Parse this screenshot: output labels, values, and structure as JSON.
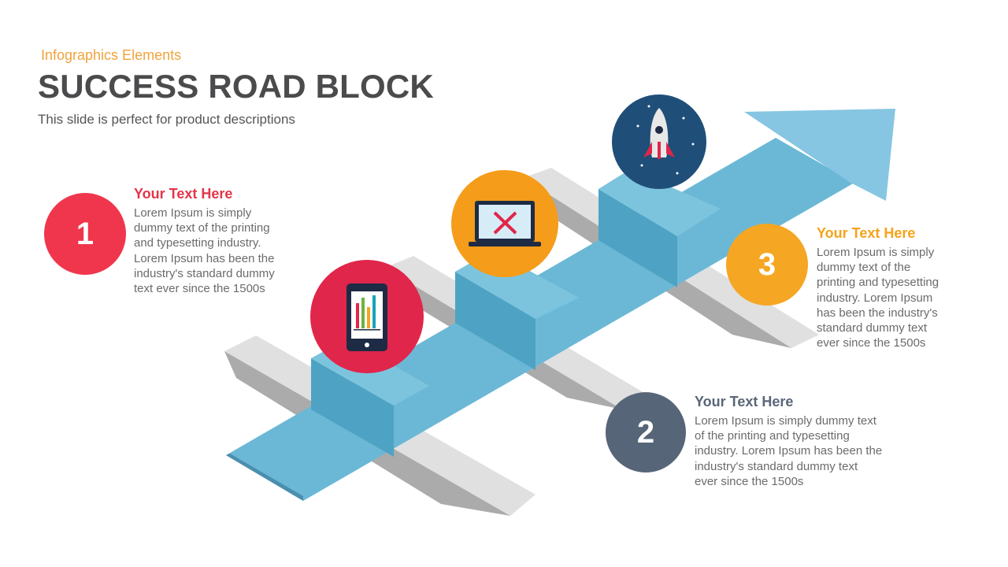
{
  "header": {
    "kicker": "Infographics Elements",
    "title": "SUCCESS ROAD BLOCK",
    "subtitle": "This slide is perfect for product descriptions"
  },
  "steps": [
    {
      "number": "1",
      "heading": "Your Text Here",
      "body": "Lorem Ipsum is simply dummy text of the printing and typesetting industry. Lorem Ipsum has been the industry's standard dummy text ever since the 1500s",
      "color": "#f0364d",
      "icon": "tablet-chart-icon",
      "icon_bg": "#e0264a"
    },
    {
      "number": "2",
      "heading": "Your Text Here",
      "body": "Lorem Ipsum is simply dummy text of the printing and typesetting industry. Lorem Ipsum has been the industry's standard dummy text ever since the 1500s",
      "color": "#576578",
      "icon": "laptop-tools-icon",
      "icon_bg": "#f59c1a"
    },
    {
      "number": "3",
      "heading": "Your Text Here",
      "body": "Lorem Ipsum is simply dummy text of the printing and typesetting industry. Lorem Ipsum has been the industry's standard dummy text ever since the 1500s",
      "color": "#f5a623",
      "icon": "rocket-icon",
      "icon_bg": "#1f4e79"
    }
  ],
  "colors": {
    "road": "#6bb8d6",
    "road_dark": "#4a9fc0",
    "block_top": "#e2e2e2",
    "block_side": "#a9a9a9"
  }
}
